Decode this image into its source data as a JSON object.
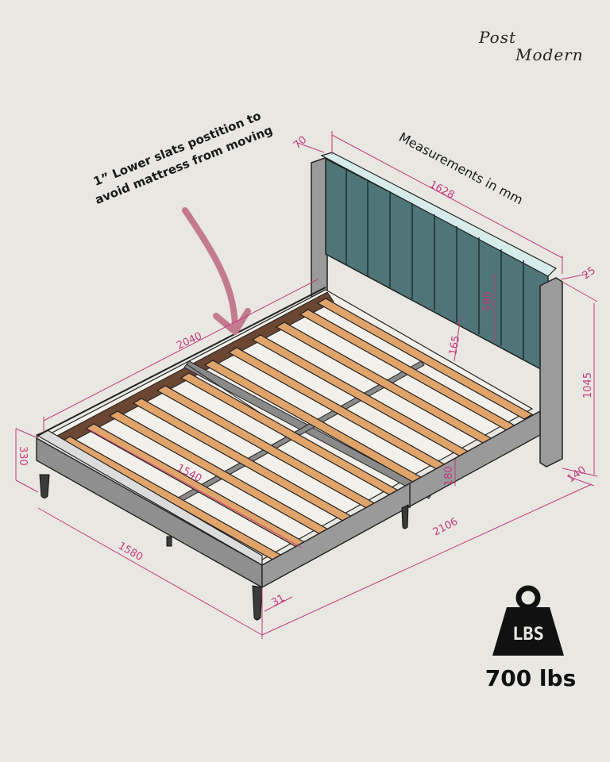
{
  "brand": {
    "logo_line1": "Post",
    "logo_line2": "Modern"
  },
  "annotations": {
    "note_line1": "1” Lower slats postition to",
    "note_line2": "avoid mattress from moving",
    "units": "Measurements in mm"
  },
  "dimensions": {
    "headboard_depth": "70",
    "headboard_width": "1628",
    "post_offset": "25",
    "total_height": "1045",
    "post_depth": "140",
    "headboard_panel_height": "580",
    "slat_clearance": "165",
    "rail_length_inner": "2040",
    "frame_height": "330",
    "inner_width": "1540",
    "rail_height": "180",
    "total_length": "2106",
    "total_width": "1580",
    "leg_inset": "31"
  },
  "weight": {
    "icon": "weight-lbs-icon",
    "icon_text": "LBS",
    "capacity": "700 lbs"
  },
  "colors": {
    "background": "#e8e7e1",
    "dimension_lines": "#c23a7e",
    "arrow": "#c47a90",
    "headboard_fabric": "#4e7577",
    "frame_fabric": "#8f8f8f",
    "slats": "#e0a46b",
    "support_beams": "#6b4632"
  }
}
